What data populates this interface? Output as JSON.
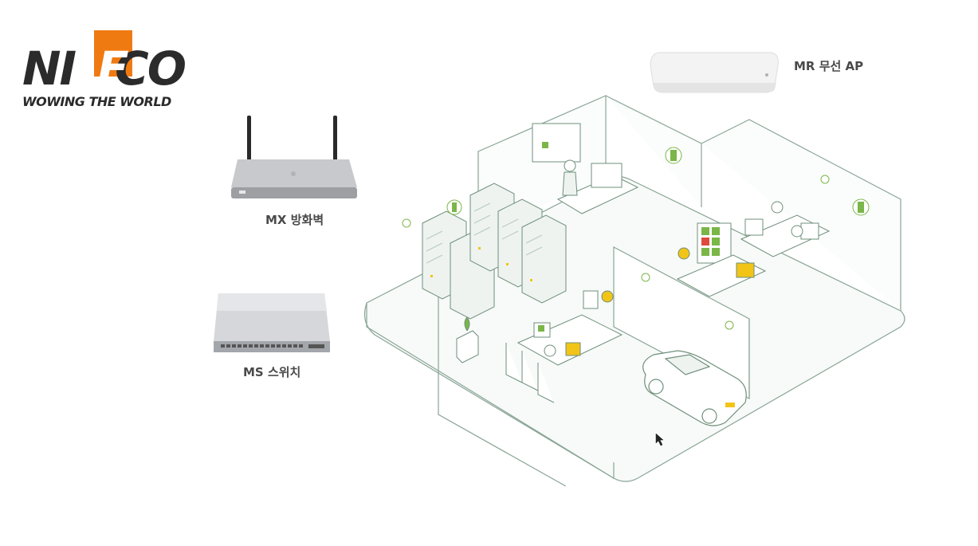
{
  "logo": {
    "brand_left": "NI",
    "brand_f": "F",
    "brand_right": "CO",
    "tagline": "WOWING THE WORLD",
    "accent_color": "#f07a12",
    "text_color": "#2b2b2b"
  },
  "devices": {
    "mx_label": "MX 방화벽",
    "ms_label": "MS 스위치",
    "mr_label": "MR 무선 AP"
  },
  "scene": {
    "line_color": "#6f8f7b",
    "accent_green": "#7ab648",
    "accent_yellow": "#f2c418"
  }
}
